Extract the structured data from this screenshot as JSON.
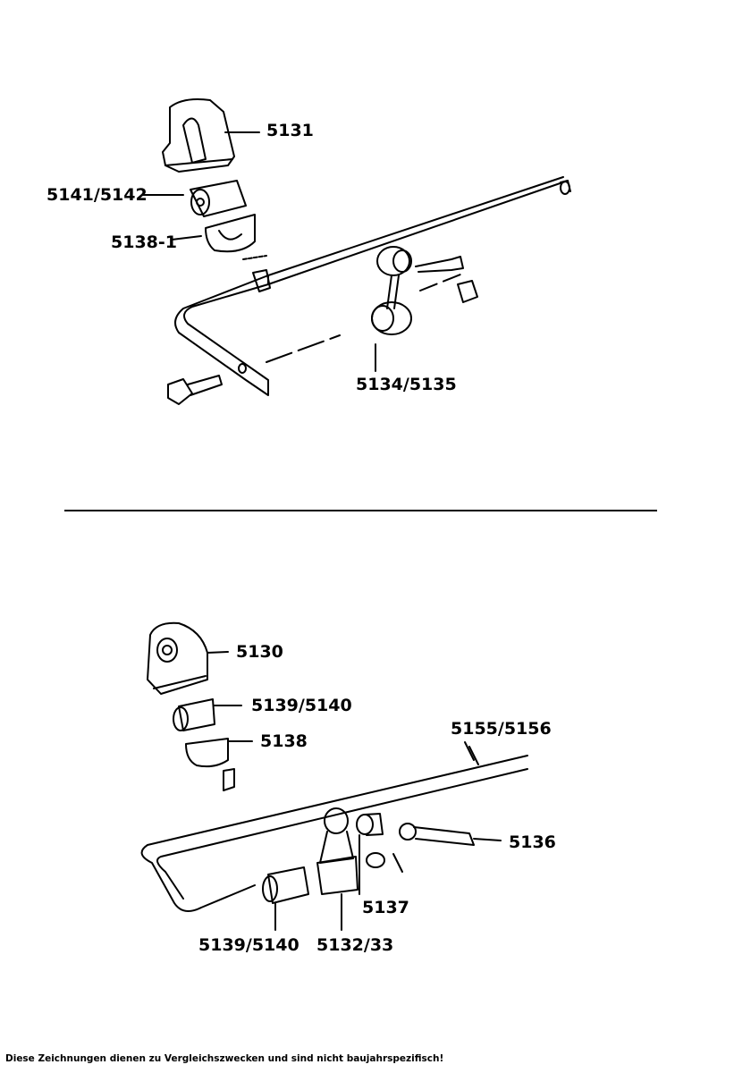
{
  "diagram": {
    "top_section": {
      "labels": [
        "5131",
        "5141/5142",
        "5138-1",
        "5134/5135"
      ]
    },
    "bottom_section": {
      "labels": [
        "5130",
        "5139/5140",
        "5138",
        "5155/5156",
        "5136",
        "5137",
        "5139/5140",
        "5132/33"
      ]
    }
  },
  "footer": {
    "note": "Diese Zeichnungen dienen zu Vergleichszwecken und sind nicht baujahrspezifisch!"
  }
}
